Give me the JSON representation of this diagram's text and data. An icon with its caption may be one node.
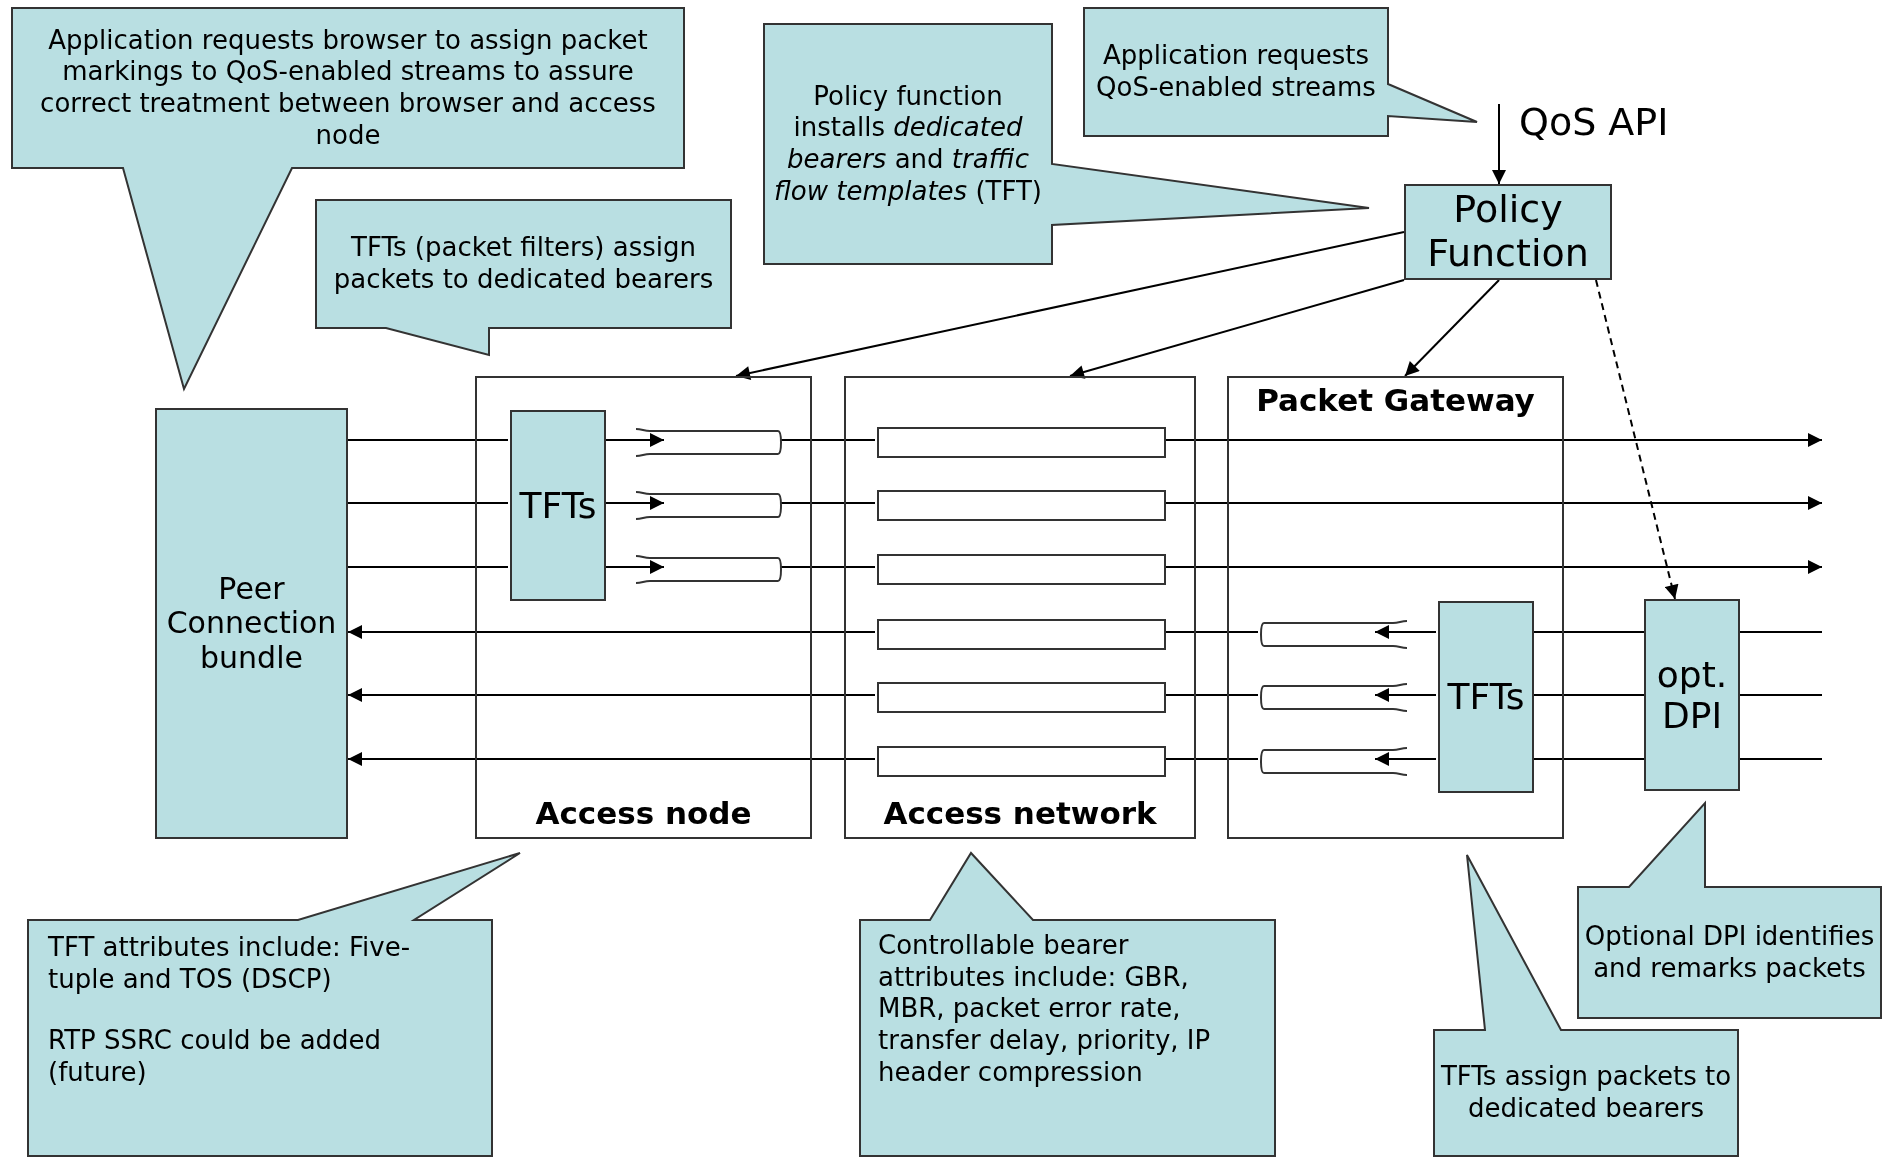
{
  "diagram": {
    "nodes": [
      {
        "text": [
          "Application requests browser to assign packet markings to QoS-enabled streams to assure correct treatment between browser and access node"
        ]
      },
      {
        "text": [
          "Policy function installs *dedicated bearers* and *traffic flow templates* (TFT)"
        ]
      },
      {
        "text": [
          "Application requests QoS-enabled streams"
        ]
      },
      {
        "text": [
          "Policy Function"
        ]
      },
      {
        "text": [
          "TFTs (packet filters) assign packets to dedicated bearers"
        ]
      },
      {
        "text": [
          "Peer Connection bundle"
        ]
      },
      {
        "text": [
          "Access node"
        ]
      },
      {
        "text": [
          "TFTs"
        ],
        "in": 6
      },
      {
        "text": [],
        "shape": "tube",
        "in": 6
      },
      {
        "text": [],
        "shape": "tube",
        "in": 6
      },
      {
        "text": [],
        "shape": "tube",
        "in": 6
      },
      {
        "text": [
          "Access network"
        ]
      },
      {
        "text": [],
        "shape": "bar",
        "in": 11
      },
      {
        "text": [],
        "shape": "bar",
        "in": 11
      },
      {
        "text": [],
        "shape": "bar",
        "in": 11
      },
      {
        "text": [],
        "shape": "bar",
        "in": 11
      },
      {
        "text": [],
        "shape": "bar",
        "in": 11
      },
      {
        "text": [],
        "shape": "bar",
        "in": 11
      },
      {
        "text": [
          "Packet Gateway"
        ]
      },
      {
        "text": [],
        "shape": "tube",
        "in": 18
      },
      {
        "text": [],
        "shape": "tube",
        "in": 18
      },
      {
        "text": [],
        "shape": "tube",
        "in": 18
      },
      {
        "text": [
          "TFTs"
        ],
        "in": 18
      },
      {
        "text": [
          "opt. DPI"
        ]
      },
      {
        "text": [
          "TFT attributes include: Five-tuple and TOS (DSCP)",
          "RTP SSRC could be added (future)"
        ]
      },
      {
        "text": [
          "Controllable bearer attributes include: GBR, MBR, packet error rate, transfer delay, priority, IP header compression"
        ]
      },
      {
        "text": [
          "Optional DPI identifies and remarks packets"
        ]
      },
      {
        "text": [
          "TFTs assign packets to dedicated bearers"
        ]
      }
    ],
    "edges": [
      {
        "from": null,
        "to": 3,
        "arrow": "to"
      },
      {
        "from": 3,
        "to": 6,
        "arrow": "to"
      },
      {
        "from": 3,
        "to": 11,
        "arrow": "to"
      },
      {
        "from": 3,
        "to": 18,
        "arrow": "to"
      },
      {
        "from": 3,
        "to": 23,
        "arrow": "to",
        "style": "dashed"
      },
      {
        "from": 5,
        "to": 7,
        "arrow": "none"
      },
      {
        "from": 7,
        "to": 8,
        "arrow": "to"
      },
      {
        "from": 8,
        "to": 12,
        "arrow": "none"
      },
      {
        "from": 12,
        "to": null,
        "arrow": "to"
      },
      {
        "from": 5,
        "to": 7,
        "arrow": "none"
      },
      {
        "from": 7,
        "to": 9,
        "arrow": "to"
      },
      {
        "from": 9,
        "to": 13,
        "arrow": "none"
      },
      {
        "from": 13,
        "to": null,
        "arrow": "to"
      },
      {
        "from": 5,
        "to": 7,
        "arrow": "none"
      },
      {
        "from": 7,
        "to": 10,
        "arrow": "to"
      },
      {
        "from": 10,
        "to": 14,
        "arrow": "none"
      },
      {
        "from": 14,
        "to": null,
        "arrow": "to"
      },
      {
        "from": null,
        "to": 23,
        "arrow": "none"
      },
      {
        "from": 23,
        "to": 22,
        "arrow": "none"
      },
      {
        "from": 22,
        "to": 19,
        "arrow": "to"
      },
      {
        "from": 19,
        "to": 15,
        "arrow": "none"
      },
      {
        "from": 15,
        "to": 5,
        "arrow": "to"
      },
      {
        "from": null,
        "to": 23,
        "arrow": "none"
      },
      {
        "from": 23,
        "to": 22,
        "arrow": "none"
      },
      {
        "from": 22,
        "to": 20,
        "arrow": "to"
      },
      {
        "from": 20,
        "to": 16,
        "arrow": "none"
      },
      {
        "from": 16,
        "to": 5,
        "arrow": "to"
      },
      {
        "from": null,
        "to": 23,
        "arrow": "none"
      },
      {
        "from": 23,
        "to": 22,
        "arrow": "none"
      },
      {
        "from": 22,
        "to": 21,
        "arrow": "to"
      },
      {
        "from": 21,
        "to": 17,
        "arrow": "none"
      },
      {
        "from": 17,
        "to": 5,
        "arrow": "to"
      }
    ],
    "labels": [
      "QoS API"
    ]
  }
}
